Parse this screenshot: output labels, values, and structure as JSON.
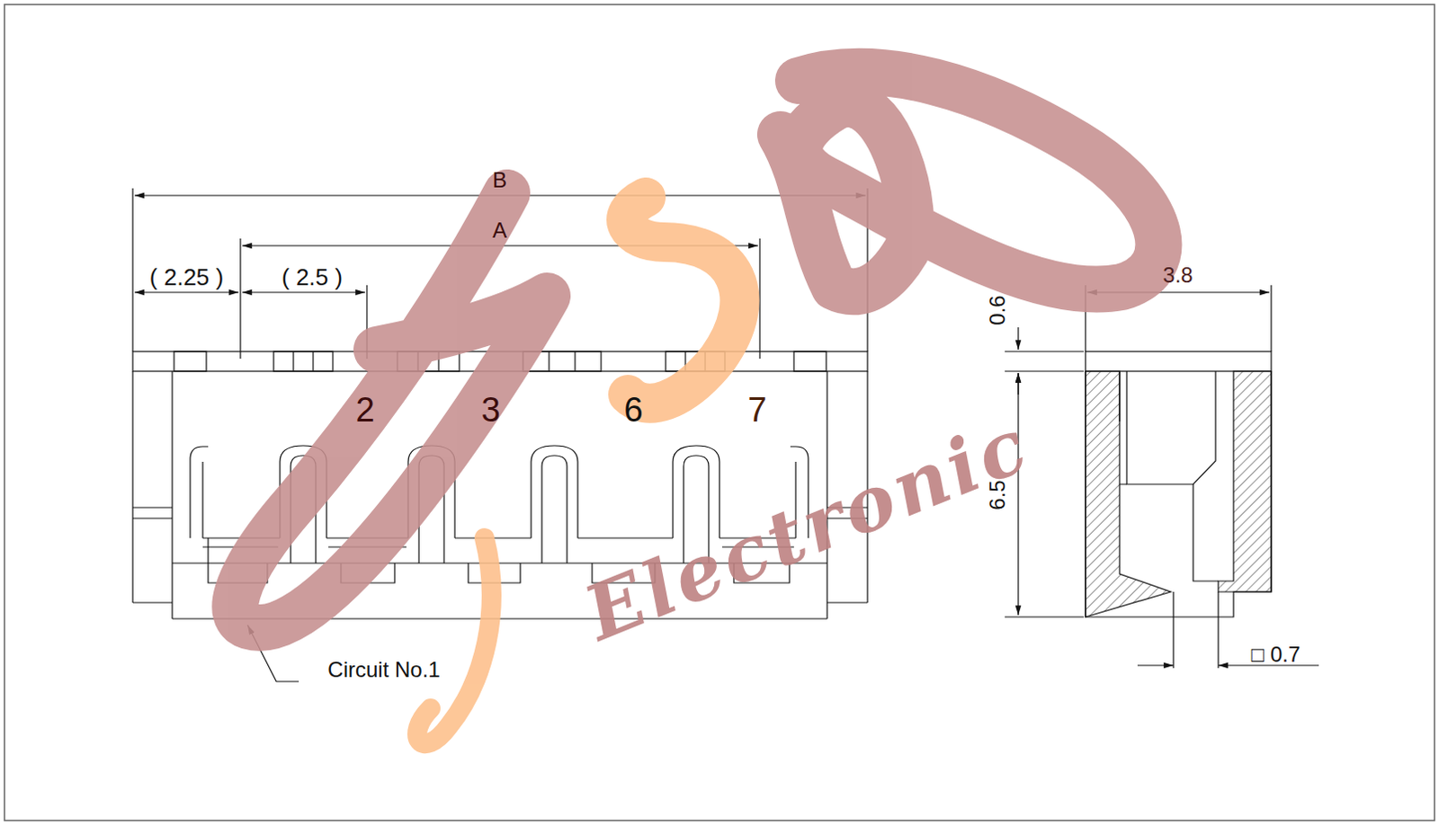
{
  "diagram": {
    "labels": [
      "B",
      "A",
      "( 2.25 )",
      "( 2.5 )",
      "2",
      "3",
      "6",
      "7",
      "Circuit No.1",
      "3.8",
      "0.6",
      "6.5",
      "□ 0.7",
      "Electronic"
    ]
  }
}
